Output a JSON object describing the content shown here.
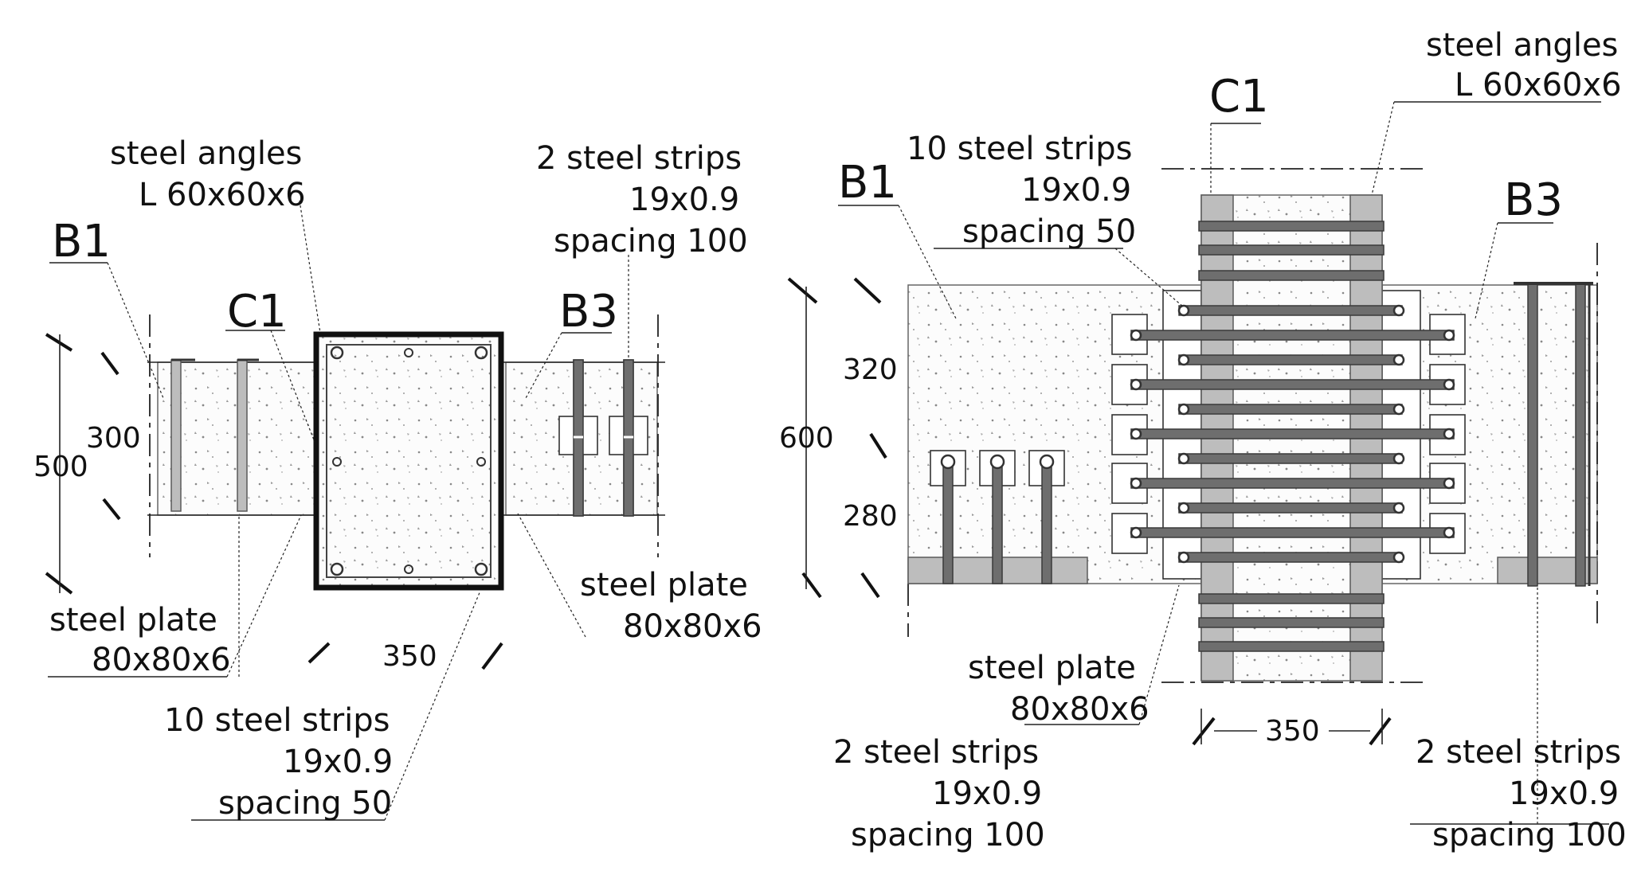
{
  "left_view": {
    "steel_angles": {
      "line1": "steel angles",
      "line2": "L 60x60x6"
    },
    "strips_2": {
      "line1": "2 steel strips",
      "line2": "19x0.9",
      "line3": "spacing 100"
    },
    "b1": "B1",
    "c1": "C1",
    "b3": "B3",
    "dim_300": "300",
    "dim_500": "500",
    "dim_350": "350",
    "plate_left": {
      "line1": "steel plate",
      "line2": "80x80x6"
    },
    "plate_right": {
      "line1": "steel plate",
      "line2": "80x80x6"
    },
    "strips_10": {
      "line1": "10 steel strips",
      "line2": "19x0.9",
      "line3": "spacing 50"
    }
  },
  "right_view": {
    "c1": "C1",
    "steel_angles": {
      "line1": "steel angles",
      "line2": "L 60x60x6"
    },
    "strips_10": {
      "line1": "10 steel strips",
      "line2": "19x0.9",
      "line3": "spacing 50"
    },
    "b1": "B1",
    "b3": "B3",
    "dim_320": "320",
    "dim_600": "600",
    "dim_280": "280",
    "plate": {
      "line1": "steel plate",
      "line2": "80x80x6"
    },
    "dim_350": "350",
    "strips_2_left": {
      "line1": "2 steel strips",
      "line2": "19x0.9",
      "line3": "spacing 100"
    },
    "strips_2_right": {
      "line1": "2 steel strips",
      "line2": "19x0.9",
      "line3": "spacing 100"
    }
  }
}
